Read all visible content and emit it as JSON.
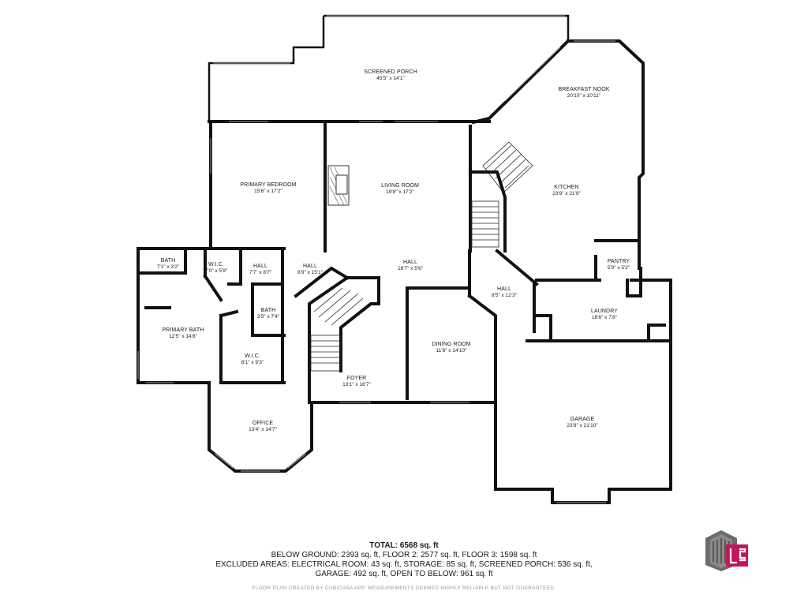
{
  "rooms": {
    "screened_porch": {
      "name": "SCREENED PORCH",
      "dim": "45'5\" x 14'1\""
    },
    "breakfast_nook": {
      "name": "BREAKFAST NOOK",
      "dim": "20'10\" x 10'11\""
    },
    "primary_bedroom": {
      "name": "PRIMARY BEDROOM",
      "dim": "15'6\" x 17'2\""
    },
    "living_room": {
      "name": "LIVING ROOM",
      "dim": "19'8\" x 17'2\""
    },
    "kitchen": {
      "name": "KITCHEN",
      "dim": "23'9\" x 21'9\""
    },
    "pantry": {
      "name": "PANTRY",
      "dim": "5'9\" x 5'2\""
    },
    "bath_small": {
      "name": "BATH",
      "dim": "7'1\" x 3'2\""
    },
    "wic_top": {
      "name": "W.I.C.",
      "dim": "7'0\" x 5'9\""
    },
    "hall_a": {
      "name": "HALL",
      "dim": "7'7\" x 8'7\""
    },
    "hall_b": {
      "name": "HALL",
      "dim": "8'9\" x 15'1\""
    },
    "hall_c": {
      "name": "HALL",
      "dim": "16'7\" x 5'6\""
    },
    "hall_d": {
      "name": "HALL",
      "dim": "8'5\" x 12'3\""
    },
    "laundry": {
      "name": "LAUNDRY",
      "dim": "18'6\" x 7'8\""
    },
    "primary_bath": {
      "name": "PRIMARY BATH",
      "dim": "12'5\" x 14'8\""
    },
    "bath_mid": {
      "name": "BATH",
      "dim": "3'5\" x 7'4\""
    },
    "wic_bottom": {
      "name": "W.I.C.",
      "dim": "8'1\" x 9'3\""
    },
    "dining_room": {
      "name": "DINING ROOM",
      "dim": "11'8\" x 14'10\""
    },
    "foyer": {
      "name": "FOYER",
      "dim": "13'1\" x 16'7\""
    },
    "garage": {
      "name": "GARAGE",
      "dim": "23'8\" x 21'10\""
    },
    "office": {
      "name": "OFFICE",
      "dim": "13'4\" x 14'7\""
    }
  },
  "totals": {
    "total": "TOTAL: 6568 sq. ft",
    "line1": "BELOW GROUND: 2393 sq. ft, FLOOR 2: 2577 sq. ft, FLOOR 3: 1598 sq. ft",
    "line2": "EXCLUDED AREAS: ELECTRICAL ROOM: 43 sq. ft, STORAGE: 85 sq. ft, SCREENED PORCH: 536 sq. ft,",
    "line3": "GARAGE: 492 sq. ft, OPEN TO BELOW: 961 sq. ft"
  },
  "disclaimer": "FLOOR PLAN CREATED BY CUBICASA APP. MEASUREMENTS DEEMED HIGHLY RELIABLE BUT NOT GUARANTEED.",
  "logo": {
    "icon": "ls-logo-icon",
    "color_dark": "#6b6b6b",
    "color_accent": "#c2185b"
  }
}
